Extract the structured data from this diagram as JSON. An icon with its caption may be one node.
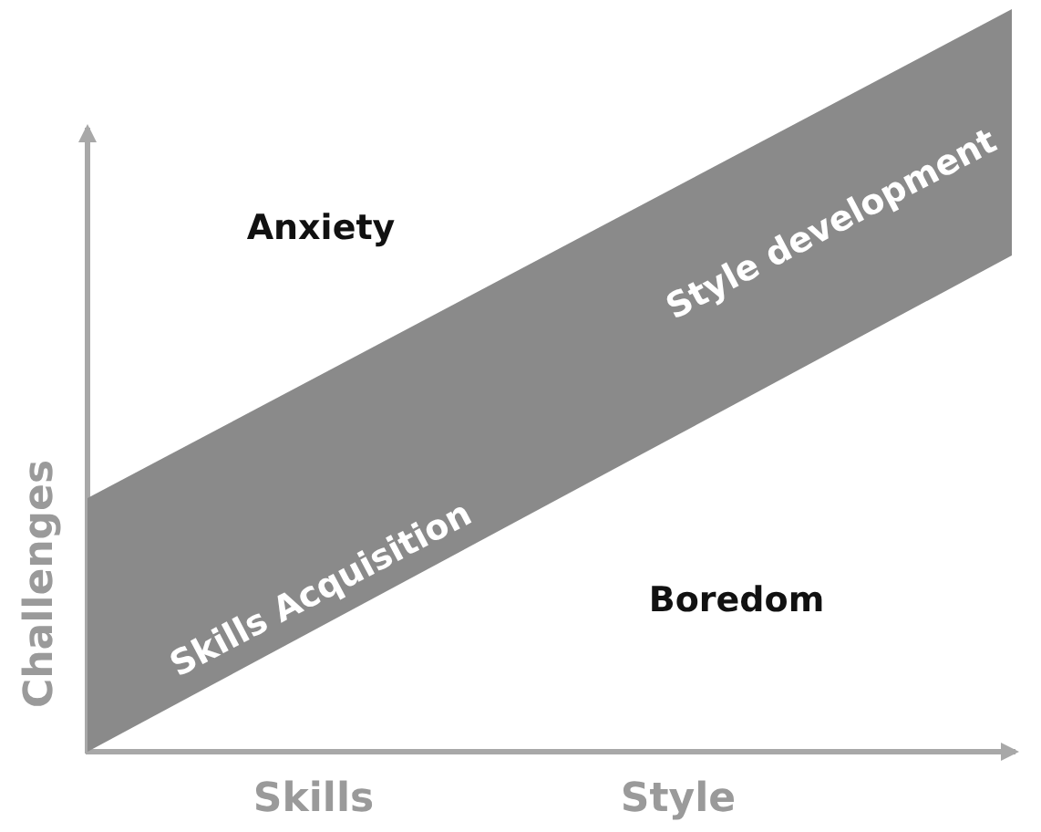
{
  "diagram": {
    "nodes": [
      {
        "text": [
          "Skills Acquisition",
          "Style development"
        ]
      }
    ],
    "labels": [
      "Anxiety",
      "Challenges",
      "Boredom",
      "Skills",
      "Style"
    ]
  }
}
